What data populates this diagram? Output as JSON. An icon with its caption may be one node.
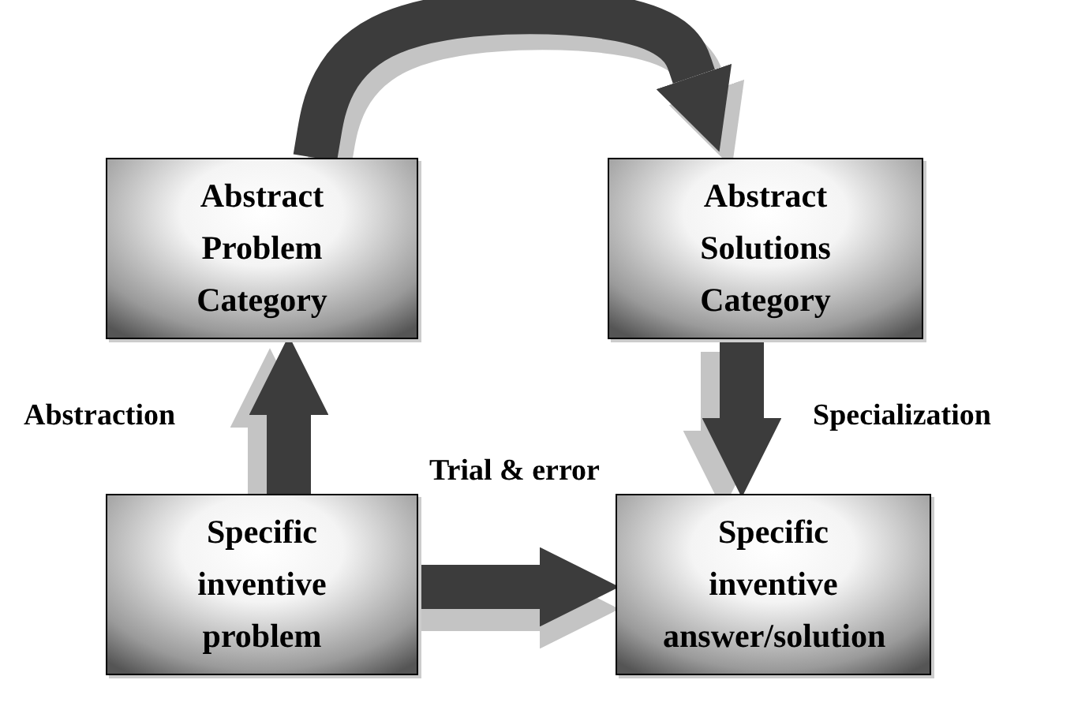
{
  "diagram": {
    "nodes": [
      {
        "text": [
          "Abstract Problem Category"
        ]
      },
      {
        "text": [
          "Abstract Solutions Category"
        ]
      },
      {
        "text": [
          "Specific inventive problem"
        ]
      },
      {
        "text": [
          "Specific inventive answer/solution"
        ]
      }
    ],
    "edges": [
      {
        "from": 0,
        "to": 1,
        "arrow": "to"
      },
      {
        "from": 2,
        "to": 0,
        "arrow": "to",
        "label": "Abstraction"
      },
      {
        "from": 1,
        "to": 3,
        "arrow": "to",
        "label": "Specialization"
      },
      {
        "from": 2,
        "to": 3,
        "arrow": "to",
        "label": "Trial & error"
      }
    ]
  }
}
